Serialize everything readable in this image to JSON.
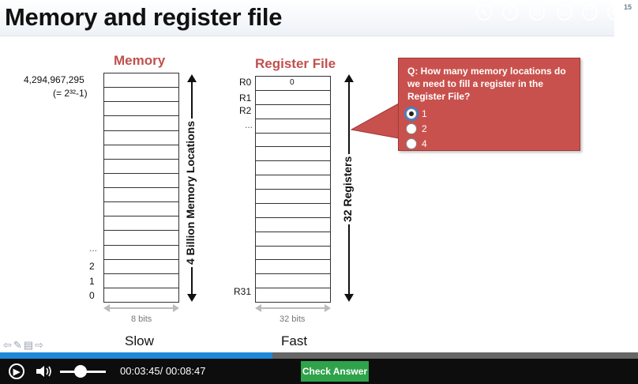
{
  "slide": {
    "title": "Memory and register file",
    "number": "15",
    "memory": {
      "heading": "Memory",
      "top_address": "4,294,967,295",
      "top_address_formula": "(= 2³²-1)",
      "low_addresses": [
        "...",
        "2",
        "1",
        "0"
      ],
      "side_label": "4 Billion Memory Locations",
      "width_label": "8 bits",
      "speed_label": "Slow"
    },
    "register_file": {
      "heading": "Register File",
      "register_labels": [
        "R0",
        "R1",
        "R2",
        "..."
      ],
      "last_register_label": "R31",
      "r0_value": "0",
      "side_label": "32 Registers",
      "width_label": "32 bits",
      "speed_label": "Fast"
    },
    "quiz": {
      "question": "Q: How many memory locations do we need to fill a register in the Register File?",
      "options": [
        {
          "label": "1",
          "selected": true
        },
        {
          "label": "2",
          "selected": false
        },
        {
          "label": "4",
          "selected": false
        }
      ]
    }
  },
  "player": {
    "time_display": "00:03:45/ 00:08:47",
    "check_answer_label": "Check Answer",
    "progress_fraction": 0.427,
    "volume_fraction": 0.45,
    "colors": {
      "progress": "#1e88d9",
      "check_answer": "#2fa34a",
      "callout": "#c9514d"
    }
  }
}
